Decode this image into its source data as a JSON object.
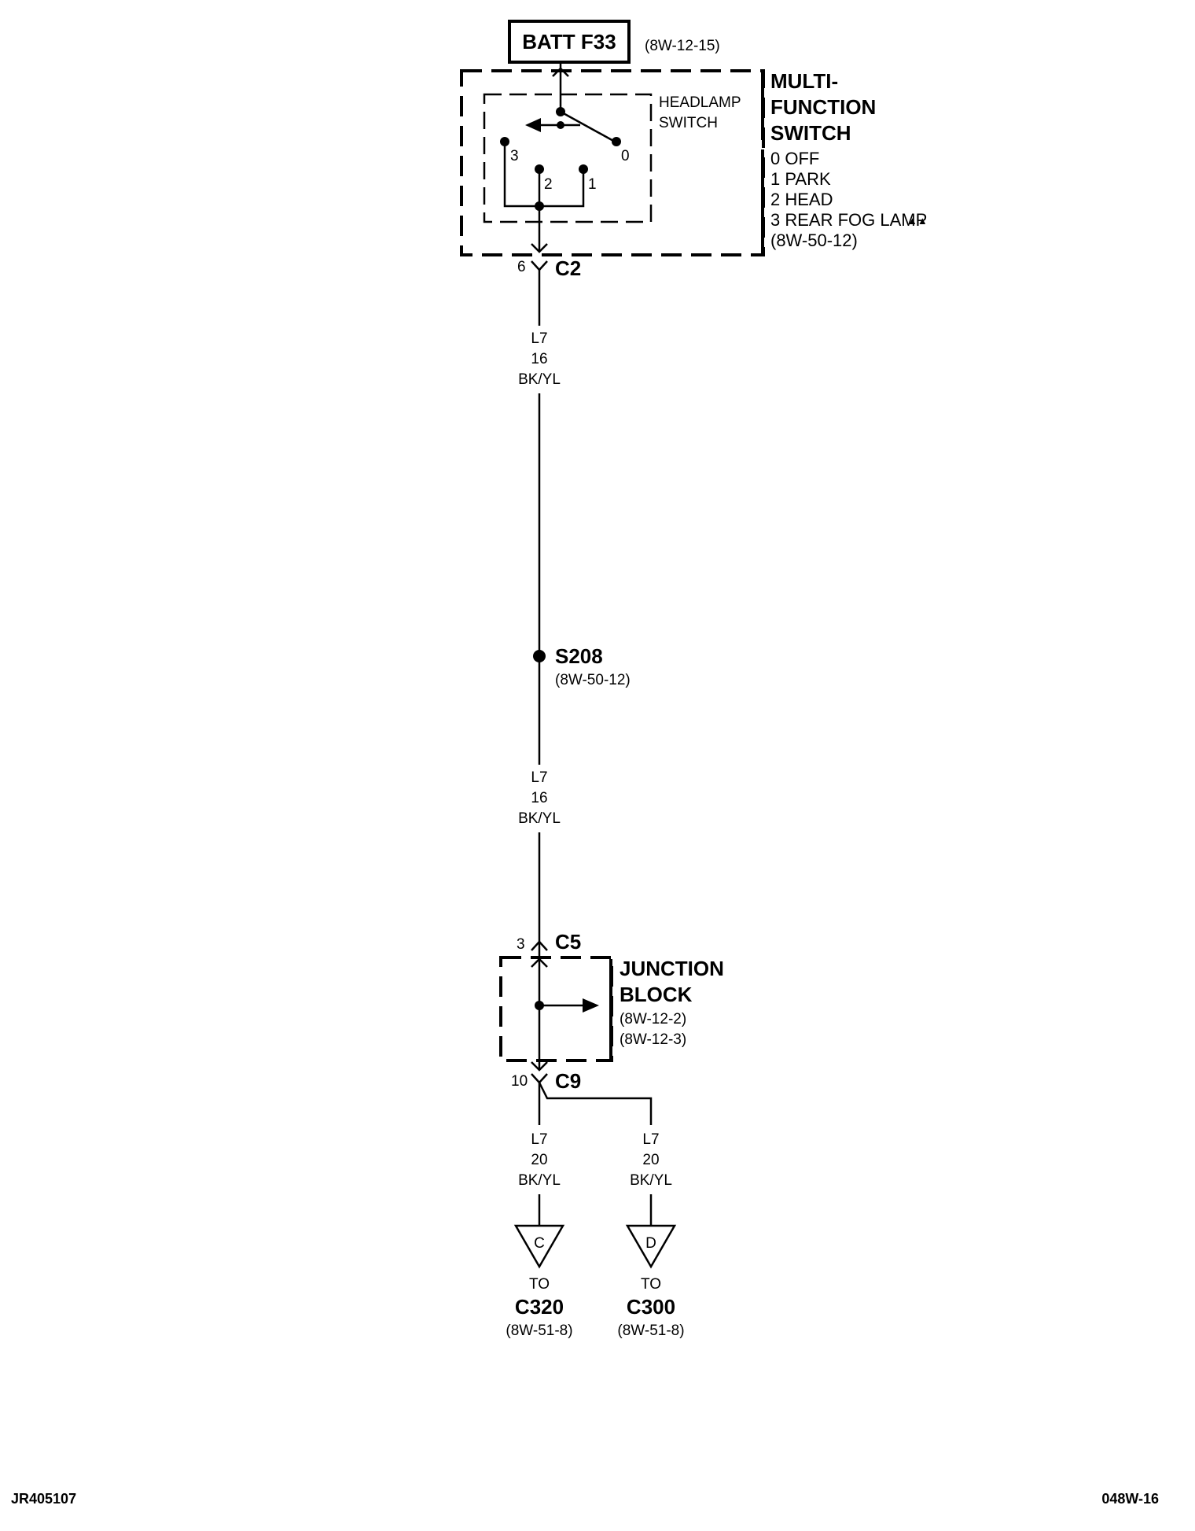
{
  "fuse": {
    "label": "BATT F33",
    "ref": "(8W-12-15)"
  },
  "mfs": {
    "title_lines": [
      "MULTI-",
      "FUNCTION",
      "SWITCH"
    ],
    "positions": [
      "0 OFF",
      "1 PARK",
      "2 HEAD",
      "3 REAR FOG LAMP"
    ],
    "fog_marker": "▲▲",
    "ref": "(8W-50-12)",
    "headlamp_lines": [
      "HEADLAMP",
      "SWITCH"
    ],
    "pin_labels": [
      "3",
      "2",
      "1",
      "0"
    ]
  },
  "c2": {
    "pin": "6",
    "name": "C2"
  },
  "wire_upper": {
    "circuit": "L7",
    "gauge": "16",
    "color": "BK/YL"
  },
  "splice": {
    "name": "S208",
    "ref": "(8W-50-12)"
  },
  "wire_mid": {
    "circuit": "L7",
    "gauge": "16",
    "color": "BK/YL"
  },
  "c5": {
    "pin": "3",
    "name": "C5"
  },
  "junction_block": {
    "title_lines": [
      "JUNCTION",
      "BLOCK"
    ],
    "refs": [
      "(8W-12-2)",
      "(8W-12-3)"
    ]
  },
  "c9": {
    "pin": "10",
    "name": "C9"
  },
  "wire_left": {
    "circuit": "L7",
    "gauge": "20",
    "color": "BK/YL"
  },
  "wire_right": {
    "circuit": "L7",
    "gauge": "20",
    "color": "BK/YL"
  },
  "dest_left": {
    "letter": "C",
    "to": "TO",
    "name": "C320",
    "ref": "(8W-51-8)"
  },
  "dest_right": {
    "letter": "D",
    "to": "TO",
    "name": "C300",
    "ref": "(8W-51-8)"
  },
  "footer": {
    "left": "JR405107",
    "right": "048W-16"
  }
}
